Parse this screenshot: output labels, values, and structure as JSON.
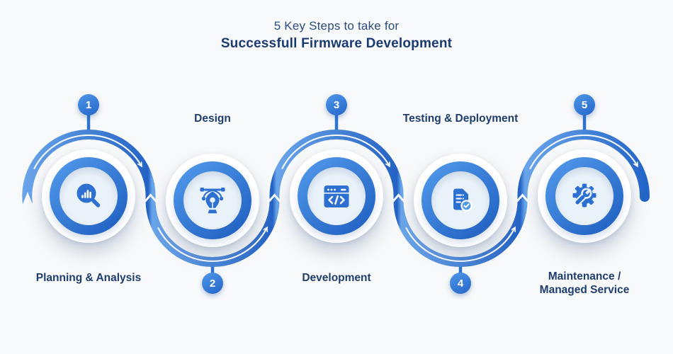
{
  "title": {
    "line1": "5 Key Steps to take for",
    "line2": "Successfull Firmware Development"
  },
  "steps": [
    {
      "number": "1",
      "label": "Planning & Analysis",
      "label_position": "bottom",
      "icon": "analysis-magnifier-icon"
    },
    {
      "number": "2",
      "label": "Design",
      "label_position": "top",
      "icon": "pen-tool-icon"
    },
    {
      "number": "3",
      "label": "Development",
      "label_position": "bottom",
      "icon": "code-window-icon"
    },
    {
      "number": "4",
      "label": "Testing & Deployment",
      "label_position": "top",
      "icon": "document-check-icon"
    },
    {
      "number": "5",
      "label": "Maintenance / Managed Service",
      "label_lines": [
        "Maintenance /",
        "Managed Service"
      ],
      "label_position": "bottom",
      "icon": "gear-wrench-icon"
    }
  ],
  "colors": {
    "accent_blue": "#2e72d2",
    "accent_blue_light": "#5b9ae4",
    "accent_blue_dark": "#2463c4",
    "pale_circle": "#e9f1f9",
    "title_navy": "#1b3a72",
    "label_navy": "#1f3e6e",
    "background": "#f8f9fa"
  }
}
